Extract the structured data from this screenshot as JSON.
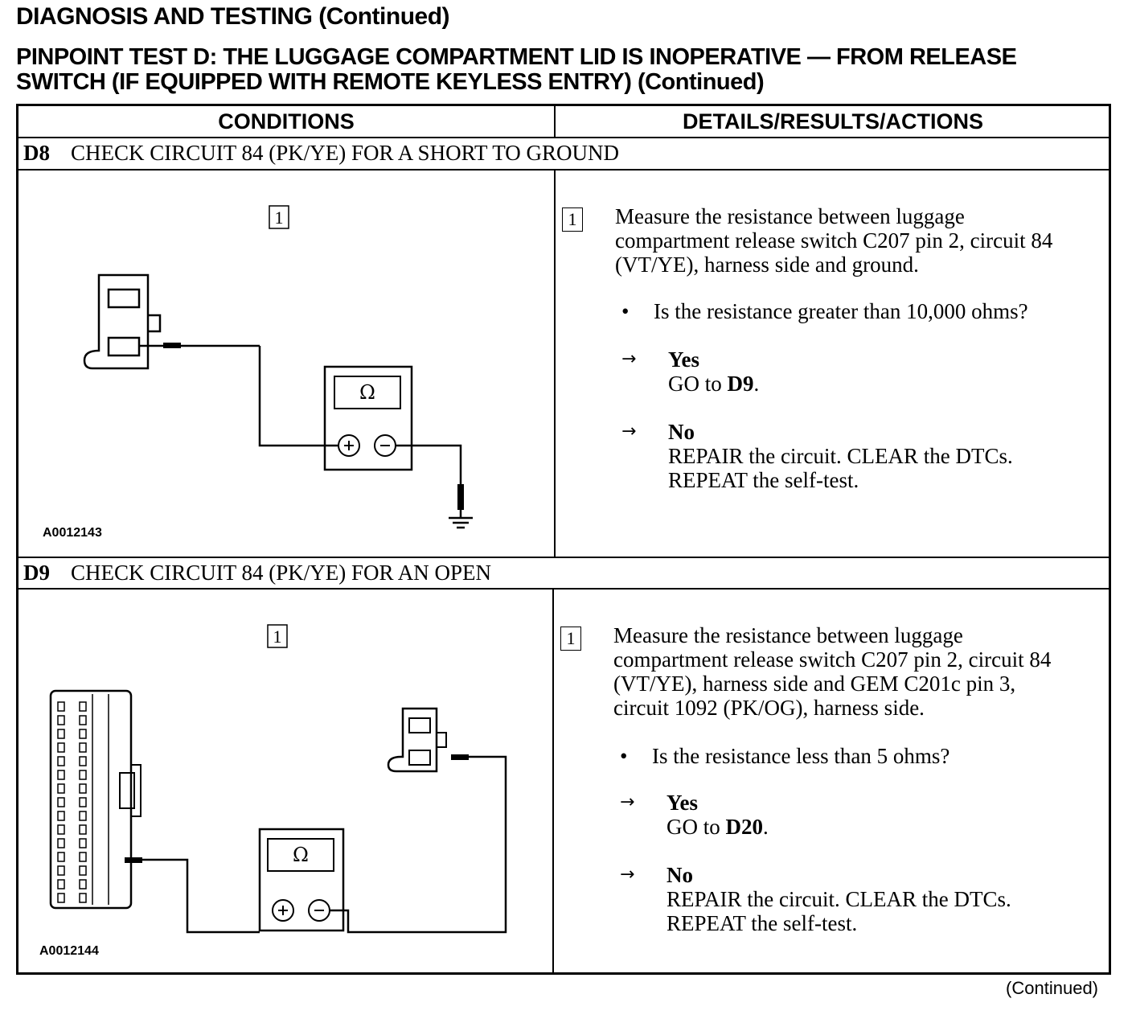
{
  "header": {
    "page_title": "DIAGNOSIS AND TESTING (Continued)",
    "test_title_line1": "PINPOINT TEST D: THE LUGGAGE COMPARTMENT LID IS INOPERATIVE — FROM RELEASE",
    "test_title_line2": "SWITCH (IF EQUIPPED WITH REMOTE KEYLESS ENTRY) (Continued)"
  },
  "table": {
    "col_conditions": "CONDITIONS",
    "col_details": "DETAILS/RESULTS/ACTIONS"
  },
  "steps": [
    {
      "id": "D8",
      "title": "CHECK CIRCUIT 84 (PK/YE) FOR A SHORT TO GROUND",
      "figure_code": "A0012143",
      "callout": "1",
      "meter_symbol": "Ω",
      "measure_lines": [
        "Measure the resistance between luggage",
        "compartment release switch C207 pin 2, circuit 84",
        "(VT/YE), harness side and ground."
      ],
      "bullet": "•",
      "question": "Is the resistance greater than 10,000 ohms?",
      "arrow": "→",
      "yes_label": "Yes",
      "yes_action_prefix": "GO to ",
      "yes_action_target": "D9",
      "yes_action_suffix": ".",
      "no_label": "No",
      "no_action_line1": "REPAIR the circuit. CLEAR the DTCs.",
      "no_action_line2": "REPEAT the self-test."
    },
    {
      "id": "D9",
      "title": "CHECK CIRCUIT 84 (PK/YE) FOR AN OPEN",
      "figure_code": "A0012144",
      "callout": "1",
      "meter_symbol": "Ω",
      "measure_lines": [
        "Measure the resistance between luggage",
        "compartment release switch C207 pin 2, circuit 84",
        "(VT/YE), harness side and GEM C201c pin 3,",
        "circuit 1092 (PK/OG), harness side."
      ],
      "bullet": "•",
      "question": "Is the resistance less than 5 ohms?",
      "arrow": "→",
      "yes_label": "Yes",
      "yes_action_prefix": "GO to ",
      "yes_action_target": "D20",
      "yes_action_suffix": ".",
      "no_label": "No",
      "no_action_line1": "REPAIR the circuit. CLEAR the DTCs.",
      "no_action_line2": "REPEAT the self-test."
    }
  ],
  "footer": {
    "continued": "(Continued)"
  }
}
